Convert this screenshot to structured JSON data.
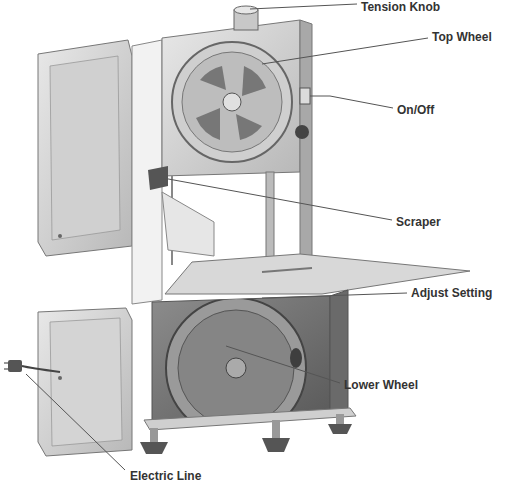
{
  "diagram": {
    "labels": [
      "Tension Knob",
      "Top Wheel",
      "On/Off",
      "Scraper",
      "Adjust Setting",
      "Lower Wheel",
      "Electric Line"
    ]
  }
}
